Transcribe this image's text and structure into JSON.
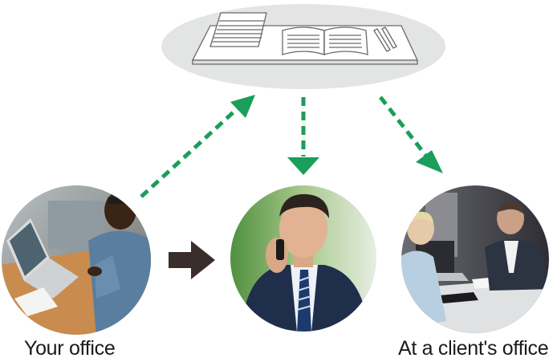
{
  "labels": {
    "left": "Your office",
    "right": "At a client's office"
  },
  "icons": {
    "top": "desk-documents-icon",
    "left": "remote-worker-photo",
    "center": "phone-call-businessman-photo",
    "right": "client-meeting-photo",
    "middle_arrow": "solid-right-arrow-icon"
  },
  "colors": {
    "arrow_green": "#1a9e5b",
    "ellipse_gray": "#e3e4e4",
    "solid_arrow": "#3a2e2c"
  }
}
